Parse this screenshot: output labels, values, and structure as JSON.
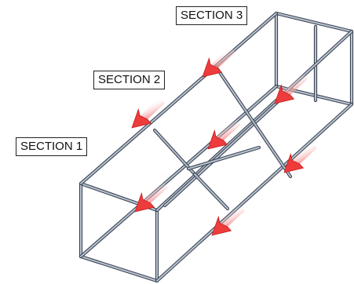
{
  "labels": {
    "section_1": "SECTION 1",
    "section_2": "SECTION 2",
    "section_3": "SECTION 3"
  },
  "colors": {
    "frame_tube": "#b9c2d0",
    "frame_outline": "#3c4654",
    "arrow_fill": "#ee3b3b",
    "arrow_tail": "#f6a0a0"
  }
}
